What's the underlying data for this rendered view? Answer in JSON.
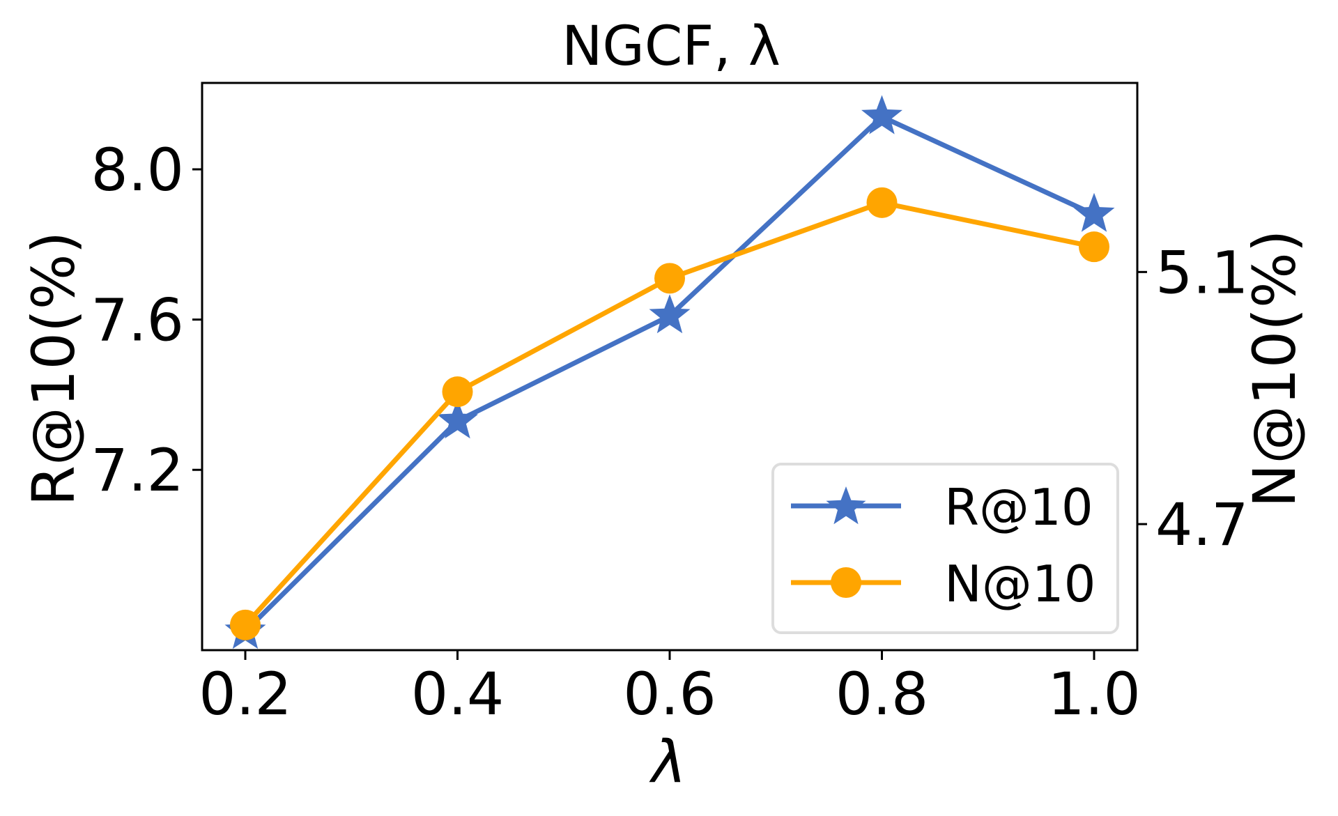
{
  "chart_data": {
    "type": "line",
    "title": "NGCF, λ",
    "xlabel": "λ",
    "ylabel": "R@10(%)",
    "ylabel_right": "N@10(%)",
    "x": [
      0.2,
      0.4,
      0.6,
      0.8,
      1.0
    ],
    "x_tick_labels": [
      "0.2",
      "0.4",
      "0.6",
      "0.8",
      "1.0"
    ],
    "y_ticks_left": [
      7.2,
      7.6,
      8.0
    ],
    "y_tick_labels_left": [
      "7.2",
      "7.6",
      "8.0"
    ],
    "y_ticks_right": [
      4.7,
      5.1
    ],
    "y_tick_labels_right": [
      "4.7",
      "5.1"
    ],
    "ylim": [
      6.72,
      8.23
    ],
    "ylim_right": [
      4.5,
      5.4
    ],
    "grid": false,
    "legend_position": "lower right",
    "series": [
      {
        "name": "R@10",
        "axis": "left",
        "marker": "star",
        "color": "#4472C4",
        "values": [
          6.77,
          7.33,
          7.61,
          8.14,
          7.88
        ]
      },
      {
        "name": "N@10",
        "axis": "right",
        "marker": "circle",
        "color": "#FFA500",
        "values": [
          4.54,
          4.91,
          5.09,
          5.21,
          5.14
        ]
      }
    ]
  },
  "colors": {
    "axis": "#000000",
    "legend_border": "#DDDDDD",
    "background": "#FFFFFF"
  }
}
